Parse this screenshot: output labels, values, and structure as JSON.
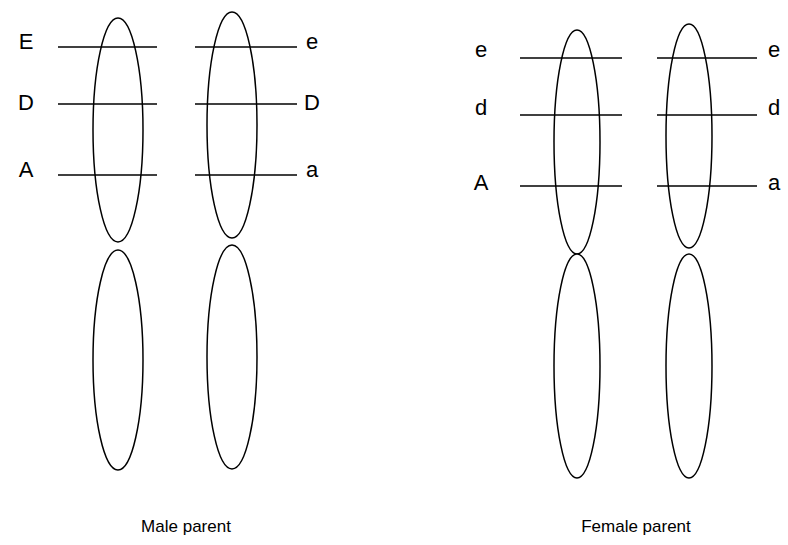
{
  "diagram": {
    "labels": [
      "E",
      "e",
      "D",
      "D",
      "A",
      "a",
      "e",
      "e",
      "d",
      "d",
      "A",
      "a",
      "Male parent",
      "Female parent"
    ]
  }
}
